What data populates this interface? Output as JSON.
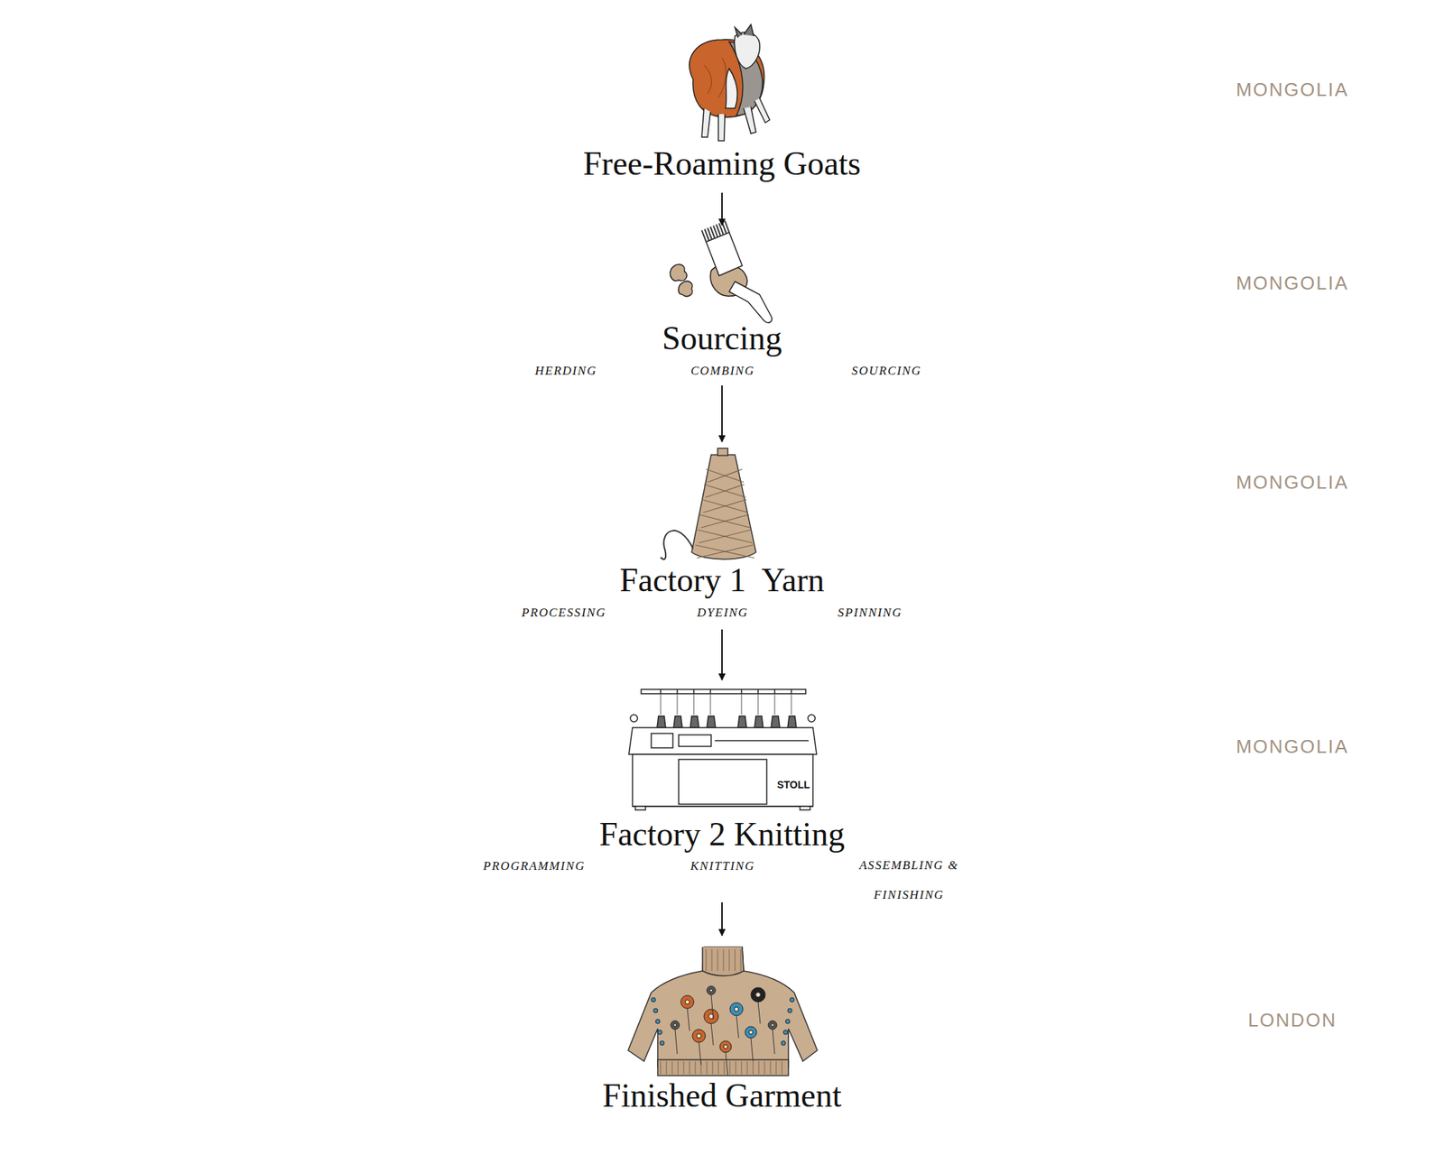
{
  "diagram": {
    "nodes": [
      {
        "text": [
          "Free-Roaming Goats"
        ]
      },
      {
        "text": [
          "Sourcing",
          "HERDING",
          "COMBING",
          "SOURCING"
        ]
      },
      {
        "text": [
          "Factory 1  Yarn",
          "PROCESSING",
          "DYEING",
          "SPINNING"
        ]
      },
      {
        "text": [
          "Factory 2 Knitting",
          "PROGRAMMING",
          "KNITTING",
          "ASSEMBLING & FINISHING"
        ]
      },
      {
        "text": [
          "Finished Garment"
        ]
      }
    ],
    "edges": [
      {
        "from": 0,
        "to": 1,
        "arrow": "to"
      },
      {
        "from": 1,
        "to": 2,
        "arrow": "to"
      },
      {
        "from": 2,
        "to": 3,
        "arrow": "to"
      },
      {
        "from": 3,
        "to": 4,
        "arrow": "to"
      }
    ],
    "labels": [
      "MONGOLIA",
      "MONGOLIA",
      "MONGOLIA",
      "STOLL",
      "MONGOLIA",
      "LONDON"
    ]
  }
}
